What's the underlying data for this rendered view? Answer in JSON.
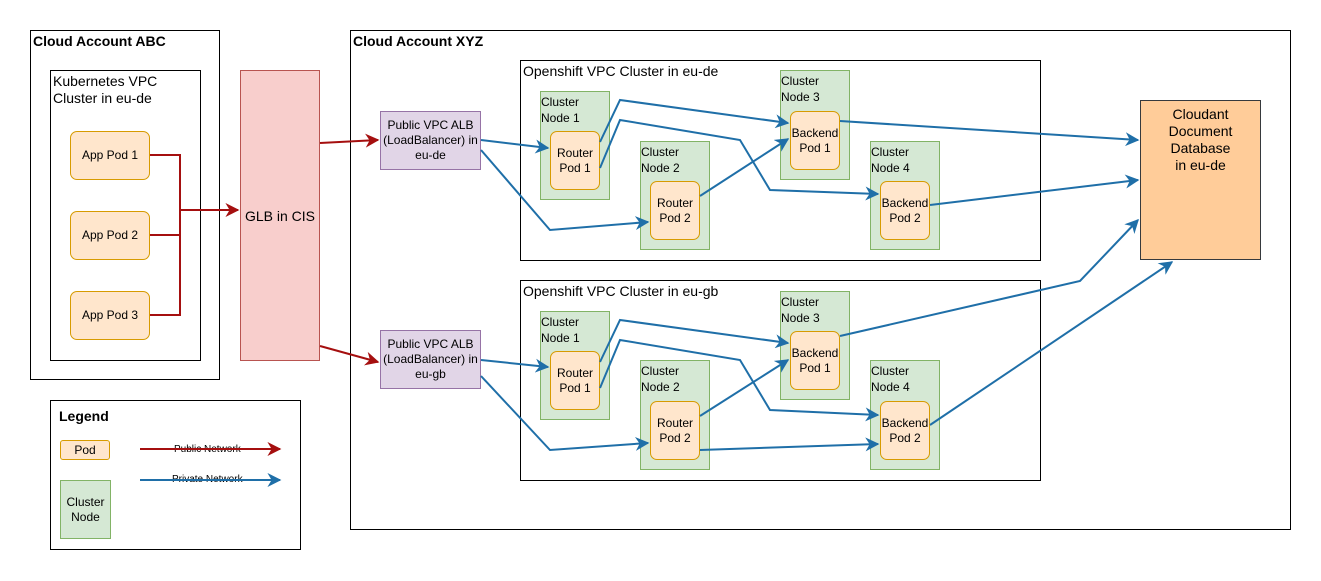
{
  "colors": {
    "public_network": "#a50f0f",
    "private_network": "#1f6fa8",
    "pod_fill": "#ffe6cc",
    "node_fill": "#d5e8d4",
    "alb_fill": "#e1d5e7",
    "glb_fill": "#f8cecc",
    "db_fill": "#ffcc99"
  },
  "account_abc": {
    "title": "Cloud Account ABC",
    "vpc_title": "Kubernetes VPC\nCluster in eu-de",
    "pods": [
      "App Pod 1",
      "App Pod 2",
      "App Pod 3"
    ]
  },
  "glb": {
    "label": "GLB in CIS"
  },
  "account_xyz": {
    "title": "Cloud Account XYZ",
    "database": "Cloudant\nDocument\nDatabase\nin eu-de",
    "clusters": [
      {
        "title": "Openshift VPC Cluster in eu-de",
        "alb": "Public VPC ALB\n(LoadBalancer) in\neu-de",
        "nodes": [
          {
            "title": "Cluster\nNode 1",
            "pod": "Router\nPod 1"
          },
          {
            "title": "Cluster\nNode 2",
            "pod": "Router\nPod 2"
          },
          {
            "title": "Cluster\nNode 3",
            "pod": "Backend\nPod 1"
          },
          {
            "title": "Cluster\nNode 4",
            "pod": "Backend\nPod 2"
          }
        ]
      },
      {
        "title": "Openshift VPC Cluster in eu-gb",
        "alb": "Public VPC ALB\n(LoadBalancer) in\neu-gb",
        "nodes": [
          {
            "title": "Cluster\nNode 1",
            "pod": "Router\nPod 1"
          },
          {
            "title": "Cluster\nNode 2",
            "pod": "Router\nPod 2"
          },
          {
            "title": "Cluster\nNode 3",
            "pod": "Backend\nPod 1"
          },
          {
            "title": "Cluster\nNode 4",
            "pod": "Backend\nPod 2"
          }
        ]
      }
    ]
  },
  "legend": {
    "title": "Legend",
    "pod": "Pod",
    "node": "Cluster\nNode",
    "public": "Public Network",
    "private": "Private Network"
  }
}
